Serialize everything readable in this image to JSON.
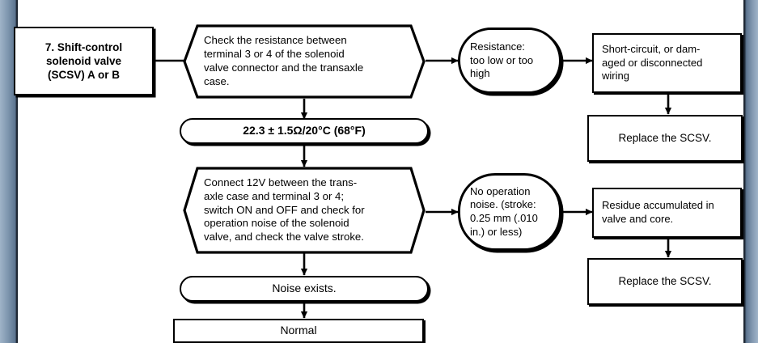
{
  "diagram": {
    "type": "flowchart",
    "title": "Shift-control solenoid valve (SCSV) troubleshooting flowchart",
    "nodes": [
      {
        "id": "start",
        "shape": "rectangle",
        "label": "7. Shift-control\n    solenoid valve\n(SCSV) A or B"
      },
      {
        "id": "check_resistance",
        "shape": "hexagon",
        "label": "Check the resistance between\nterminal 3 or 4 of the solenoid\nvalve connector and the transaxle\ncase."
      },
      {
        "id": "resistance_fault",
        "shape": "oval",
        "label": "Resistance:\ntoo low or too\nhigh"
      },
      {
        "id": "short_circuit",
        "shape": "rectangle",
        "label": "Short-circuit, or dam-\naged or disconnected\nwiring"
      },
      {
        "id": "replace_scsv_1",
        "shape": "rectangle",
        "label": "Replace the SCSV."
      },
      {
        "id": "spec_resistance",
        "shape": "pill",
        "label": "22.3 ± 1.5Ω/20°C (68°F)"
      },
      {
        "id": "connect_12v",
        "shape": "hexagon",
        "label": "Connect 12V between the trans-\naxle case and terminal 3 or 4;\nswitch ON and OFF and check for\noperation noise of the solenoid\nvalve, and check the valve stroke."
      },
      {
        "id": "no_operation_noise",
        "shape": "oval",
        "label": "No operation\nnoise. (stroke:\n0.25 mm (.010\nin.) or less)"
      },
      {
        "id": "residue",
        "shape": "rectangle",
        "label": "Residue accumulated in\nvalve and core."
      },
      {
        "id": "replace_scsv_2",
        "shape": "rectangle",
        "label": "Replace the SCSV."
      },
      {
        "id": "noise_exists",
        "shape": "pill",
        "label": "Noise exists."
      },
      {
        "id": "normal",
        "shape": "rectangle",
        "label": "Normal"
      }
    ],
    "edges": [
      {
        "from": "start",
        "to": "check_resistance",
        "direction": "right"
      },
      {
        "from": "check_resistance",
        "to": "resistance_fault",
        "direction": "right"
      },
      {
        "from": "resistance_fault",
        "to": "short_circuit",
        "direction": "right"
      },
      {
        "from": "short_circuit",
        "to": "replace_scsv_1",
        "direction": "down"
      },
      {
        "from": "check_resistance",
        "to": "spec_resistance",
        "direction": "down"
      },
      {
        "from": "spec_resistance",
        "to": "connect_12v",
        "direction": "down"
      },
      {
        "from": "connect_12v",
        "to": "no_operation_noise",
        "direction": "right"
      },
      {
        "from": "no_operation_noise",
        "to": "residue",
        "direction": "right"
      },
      {
        "from": "residue",
        "to": "replace_scsv_2",
        "direction": "down"
      },
      {
        "from": "connect_12v",
        "to": "noise_exists",
        "direction": "down"
      },
      {
        "from": "noise_exists",
        "to": "normal",
        "direction": "down"
      }
    ],
    "colors": {
      "ink": "#000000",
      "page": "#ffffff",
      "edge_strip": "#7e96ae",
      "edge_strip_dark": "#16202c"
    }
  }
}
